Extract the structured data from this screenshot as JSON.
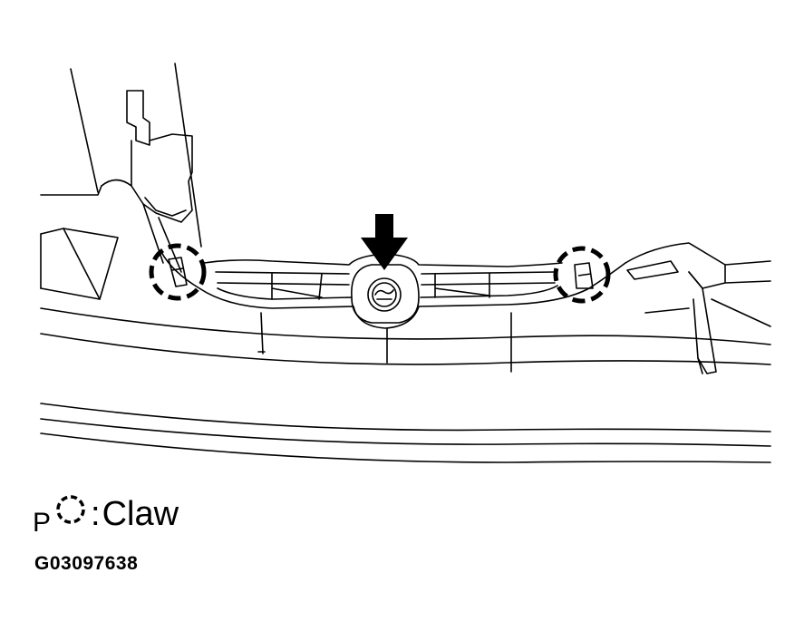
{
  "legend": {
    "prefix": "P",
    "symbol": "dashed-circle-icon",
    "separator": ":",
    "label": "Claw"
  },
  "figure_id": "G03097638",
  "colors": {
    "line": "#000000",
    "background": "#ffffff"
  }
}
